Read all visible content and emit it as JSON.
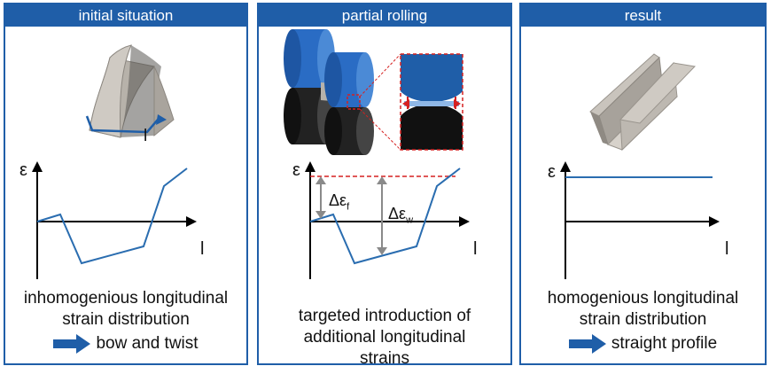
{
  "panels": [
    {
      "title": "initial situation",
      "axis_y": "ε",
      "axis_x": "l",
      "profile_label": "l",
      "caption_line1": "inhomogenious longitudinal",
      "caption_line2": "strain distribution",
      "result_text": "bow and twist"
    },
    {
      "title": "partial rolling",
      "axis_y": "ε",
      "axis_x": "l",
      "delta_f": "Δεf",
      "delta_w": "Δεw",
      "caption_line1": "targeted introduction of",
      "caption_line2": "additional longitudinal",
      "caption_line3": "strains"
    },
    {
      "title": "result",
      "axis_y": "ε",
      "axis_x": "l",
      "caption_line1": "homogenious longitudinal",
      "caption_line2": "strain distribution",
      "result_text": "straight profile"
    }
  ],
  "colors": {
    "accent": "#1f5ea8",
    "curve": "#2a6db0",
    "dashed": "#d62020",
    "gray_arrow": "#8a8a8a",
    "roller_blue": "#2a6cc4",
    "roller_black": "#222222",
    "profile_gray": "#b7b2aa"
  }
}
